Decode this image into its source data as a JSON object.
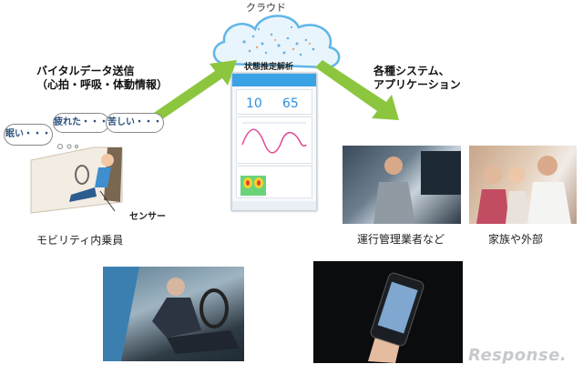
{
  "cloud": {
    "title": "クラウド",
    "caption": "状態推定解析"
  },
  "left_arrow_label": {
    "line1": "バイタルデータ送信",
    "line2": "（心拍・呼吸・体動情報）"
  },
  "right_arrow_label": {
    "line1": "各種システム、",
    "line2": "アプリケーション"
  },
  "driver": {
    "bubbles": [
      "眠い・・・",
      "疲れた・・・",
      "苦しい・・・"
    ],
    "sensor_label": "センサー",
    "caption": "モビリティ内乗員"
  },
  "phone": {
    "value1": "10",
    "value2": "65"
  },
  "recipients": {
    "operator": "運行管理業者など",
    "family": "家族や外部"
  },
  "watermark": "Response.",
  "colors": {
    "arrow": "#8cc63f",
    "cloud": "#5fb6e8",
    "accent": "#2f8fe0"
  }
}
